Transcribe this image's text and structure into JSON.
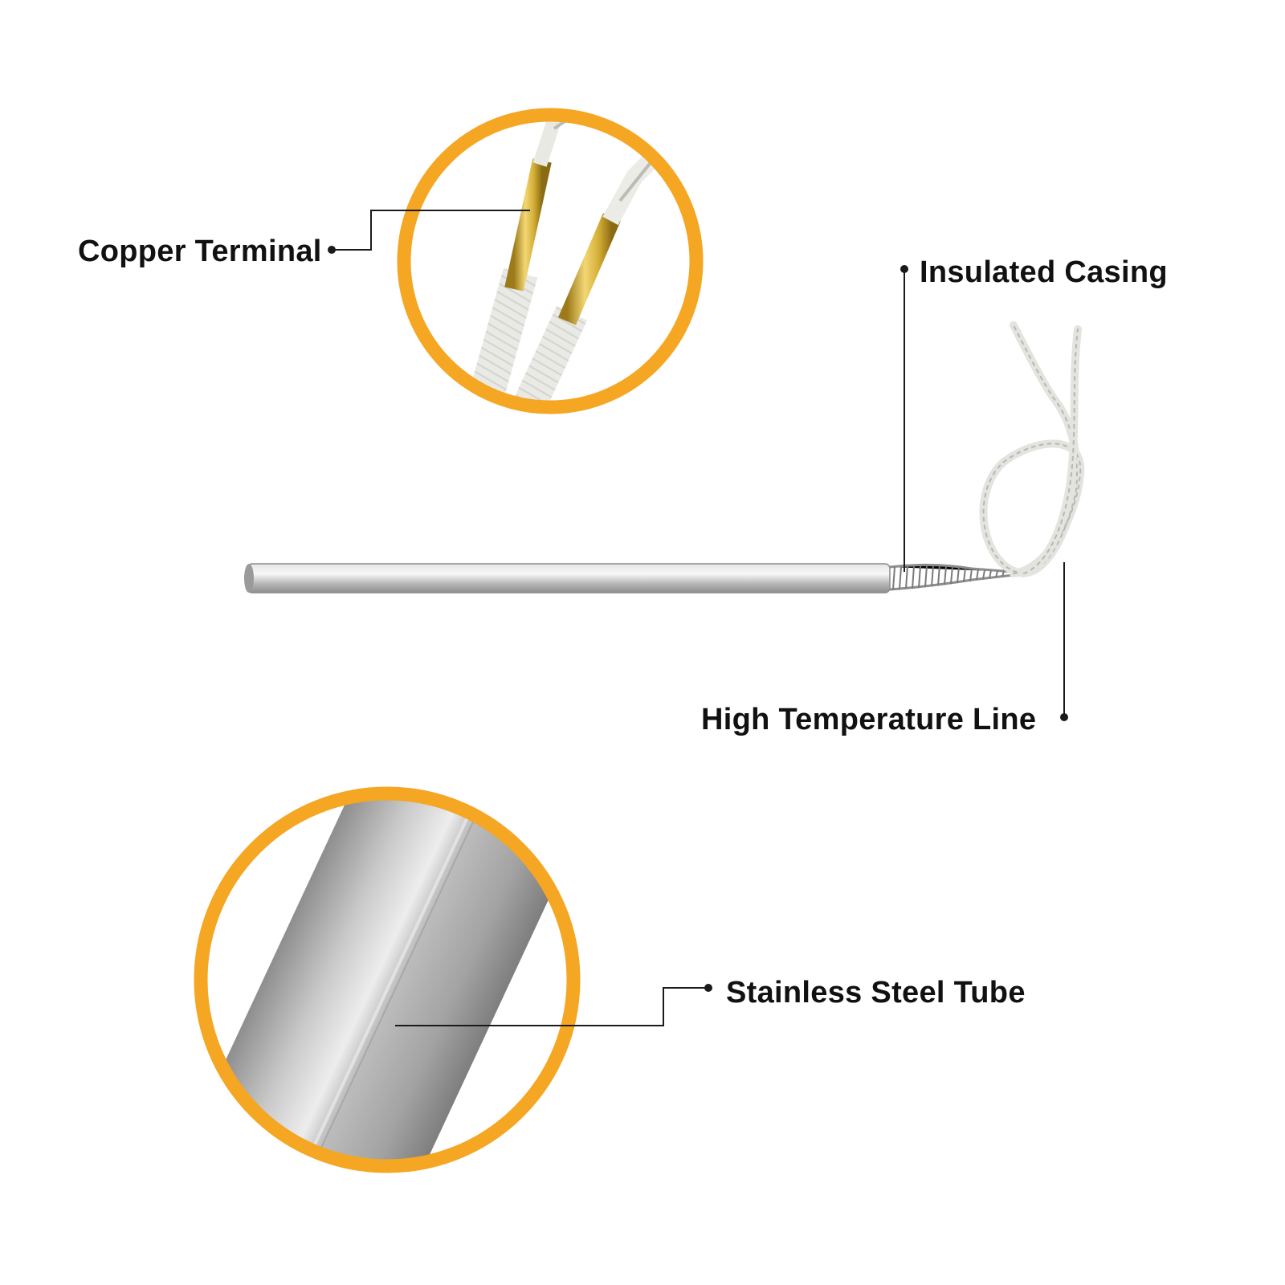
{
  "labels": {
    "copper_terminal": "Copper Terminal",
    "insulated_casing": "Insulated Casing",
    "high_temperature_line": "High Temperature Line",
    "stainless_steel_tube": "Stainless Steel Tube"
  },
  "colors": {
    "ring": "#f5a623",
    "steel": "#bdbdbd",
    "brass": "#d4af37",
    "leader": "#1a1a1a"
  }
}
